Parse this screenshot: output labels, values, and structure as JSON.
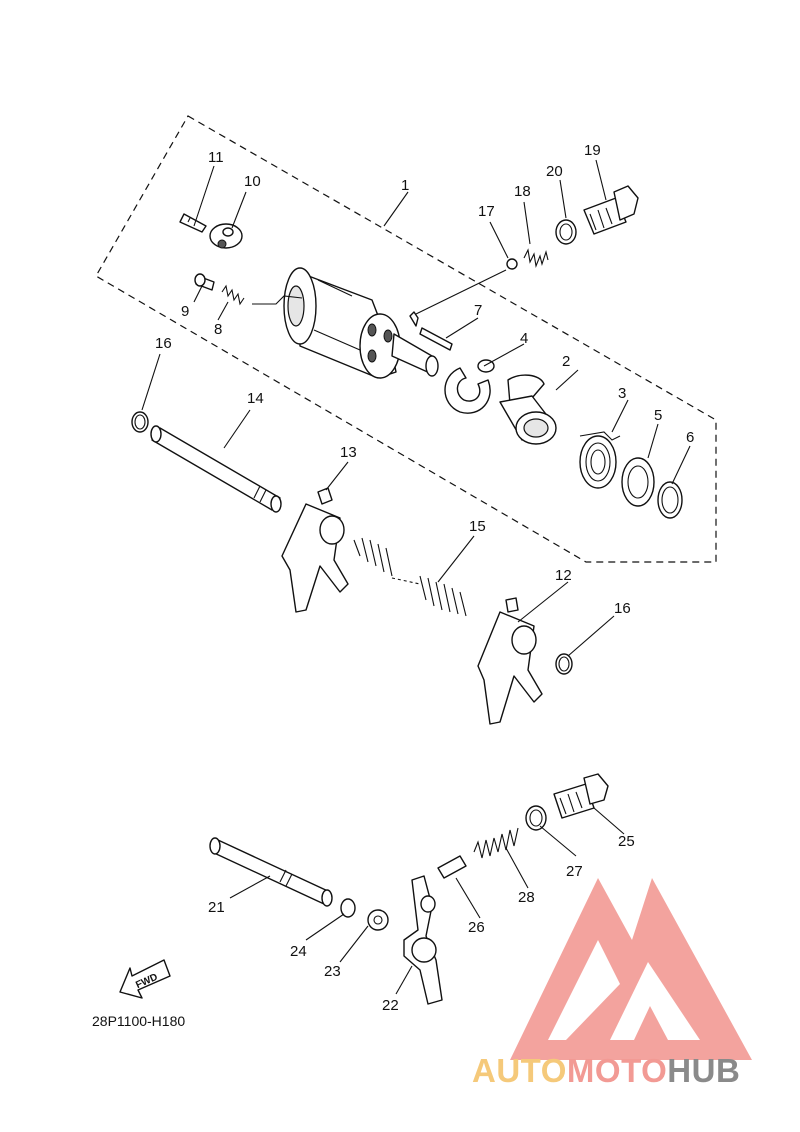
{
  "diagram": {
    "callouts": [
      "1",
      "2",
      "3",
      "4",
      "5",
      "6",
      "7",
      "8",
      "9",
      "10",
      "11",
      "12",
      "13",
      "14",
      "15",
      "16",
      "16",
      "17",
      "18",
      "19",
      "20",
      "21",
      "22",
      "23",
      "24",
      "25",
      "26",
      "27",
      "28"
    ],
    "fwd_label": "FWD",
    "diagram_code": "28P1100-H180"
  },
  "watermark": {
    "part1": "AUTO",
    "part2": "MOTO",
    "part3": "HUB",
    "colors": {
      "auto": "#f5c97a",
      "moto": "#f29a94",
      "hub": "#8a8a8a",
      "logo": "#f29a94"
    }
  }
}
